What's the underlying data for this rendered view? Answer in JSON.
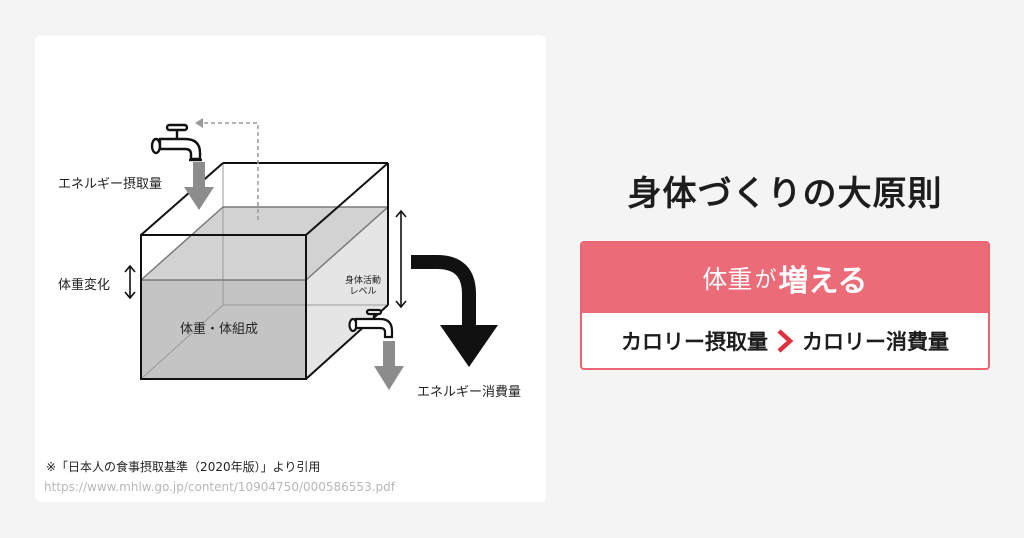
{
  "diagram": {
    "labels": {
      "energy_intake": "エネルギー摂取量",
      "weight_change": "体重変化",
      "weight_composition": "体重・体組成",
      "activity_level": "身体活動\nレベル",
      "energy_expenditure": "エネルギー消費量"
    },
    "source_note": "※「日本人の食事摂取基準（2020年版）」より引用",
    "source_url": "https://www.mhlw.go.jp/content/10904750/000586553.pdf"
  },
  "panel": {
    "title": "身体づくりの大原則",
    "box": {
      "top_lead": "体重",
      "top_particle": "が",
      "top_strong": "増える",
      "left_term": "カロリー摂取量",
      "right_term": "カロリー消費量"
    }
  },
  "colors": {
    "accent": "#ec6b78",
    "accent_border": "#eb6572",
    "arrow_gray": "#8c8c8c",
    "water": "#c4c4c4",
    "text": "#1d1d1d"
  }
}
